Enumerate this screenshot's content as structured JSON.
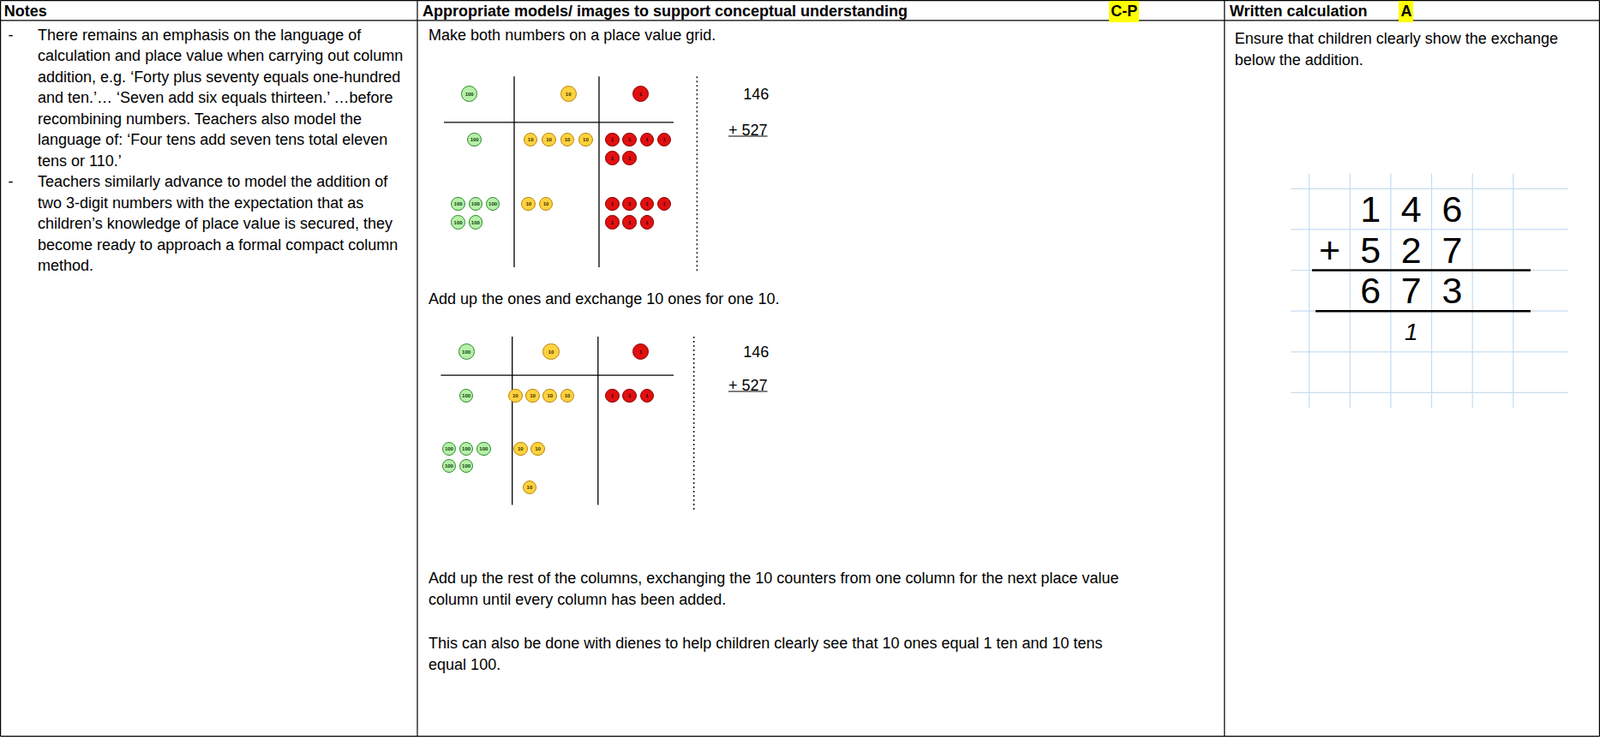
{
  "diagram": {
    "nodes": [
      {
        "text": [
          "Notes"
        ]
      },
      {
        "text": [
          "Appropriate models/ images to support conceptual understanding",
          "C-P"
        ]
      },
      {
        "text": [
          "Written calculation",
          "A"
        ]
      },
      {
        "text": [
          "There remains an emphasis on the language of calculation and place value when carrying out column addition, e.g. ‘Forty plus seventy equals one-hundred and ten.’… ‘Seven add six equals thirteen.’ …before recombining numbers. Teachers also model the language of: ‘Four tens add seven tens total eleven tens or 110.’",
          "Teachers similarly advance to model the addition of two 3-digit numbers with the expectation that as children’s knowledge of place value is secured, they become ready to approach a formal compact column method."
        ]
      },
      {
        "text": [
          "Make both numbers on a place value grid.",
          "Add up the ones and exchange 10 ones for one 10.",
          "Add up the rest of the columns, exchanging the 10 counters from one column for the next place value column until every column has been added.",
          "This can also be done with dienes to help children clearly see that 10 ones equal 1 ten and 10 tens equal 100."
        ]
      },
      {
        "text": [
          "Ensure that children clearly show the exchange below the addition."
        ]
      },
      {
        "text": [
          "100"
        ],
        "in": 4
      },
      {
        "text": [
          "10"
        ],
        "in": 4
      },
      {
        "text": [
          "1"
        ],
        "in": 4
      },
      {
        "text": [
          "100"
        ],
        "in": 4
      },
      {
        "text": [
          "10"
        ],
        "in": 4
      },
      {
        "text": [
          "10"
        ],
        "in": 4
      },
      {
        "text": [
          "10"
        ],
        "in": 4
      },
      {
        "text": [
          "10"
        ],
        "in": 4
      },
      {
        "text": [
          "1"
        ],
        "in": 4
      },
      {
        "text": [
          "1"
        ],
        "in": 4
      },
      {
        "text": [
          "1"
        ],
        "in": 4
      },
      {
        "text": [
          "1"
        ],
        "in": 4
      },
      {
        "text": [
          "1"
        ],
        "in": 4
      },
      {
        "text": [
          "1"
        ],
        "in": 4
      },
      {
        "text": [
          "100"
        ],
        "in": 4
      },
      {
        "text": [
          "100"
        ],
        "in": 4
      },
      {
        "text": [
          "100"
        ],
        "in": 4
      },
      {
        "text": [
          "10"
        ],
        "in": 4
      },
      {
        "text": [
          "10"
        ],
        "in": 4
      },
      {
        "text": [
          "1"
        ],
        "in": 4
      },
      {
        "text": [
          "1"
        ],
        "in": 4
      },
      {
        "text": [
          "1"
        ],
        "in": 4
      },
      {
        "text": [
          "1"
        ],
        "in": 4
      },
      {
        "text": [
          "100"
        ],
        "in": 4
      },
      {
        "text": [
          "100"
        ],
        "in": 4
      },
      {
        "text": [
          "1"
        ],
        "in": 4
      },
      {
        "text": [
          "1"
        ],
        "in": 4
      },
      {
        "text": [
          "1"
        ],
        "in": 4
      },
      {
        "text": [
          "100"
        ],
        "in": 4
      },
      {
        "text": [
          "10"
        ],
        "in": 4
      },
      {
        "text": [
          "1"
        ],
        "in": 4
      },
      {
        "text": [
          "100"
        ],
        "in": 4
      },
      {
        "text": [
          "10"
        ],
        "in": 4
      },
      {
        "text": [
          "10"
        ],
        "in": 4
      },
      {
        "text": [
          "10"
        ],
        "in": 4
      },
      {
        "text": [
          "10"
        ],
        "in": 4
      },
      {
        "text": [
          "1"
        ],
        "in": 4
      },
      {
        "text": [
          "1"
        ],
        "in": 4
      },
      {
        "text": [
          "1"
        ],
        "in": 4
      },
      {
        "text": [
          "100"
        ],
        "in": 4
      },
      {
        "text": [
          "100"
        ],
        "in": 4
      },
      {
        "text": [
          "100"
        ],
        "in": 4
      },
      {
        "text": [
          "10"
        ],
        "in": 4
      },
      {
        "text": [
          "10"
        ],
        "in": 4
      },
      {
        "text": [
          "100"
        ],
        "in": 4
      },
      {
        "text": [
          "100"
        ],
        "in": 4
      },
      {
        "text": [
          "10"
        ],
        "in": 4
      }
    ],
    "labels": [
      "-",
      "-",
      "146",
      "+ 527",
      "146",
      "+ 527",
      "1",
      "4",
      "6",
      "+",
      "5",
      "2",
      "7",
      "6",
      "7",
      "3",
      "1"
    ]
  }
}
